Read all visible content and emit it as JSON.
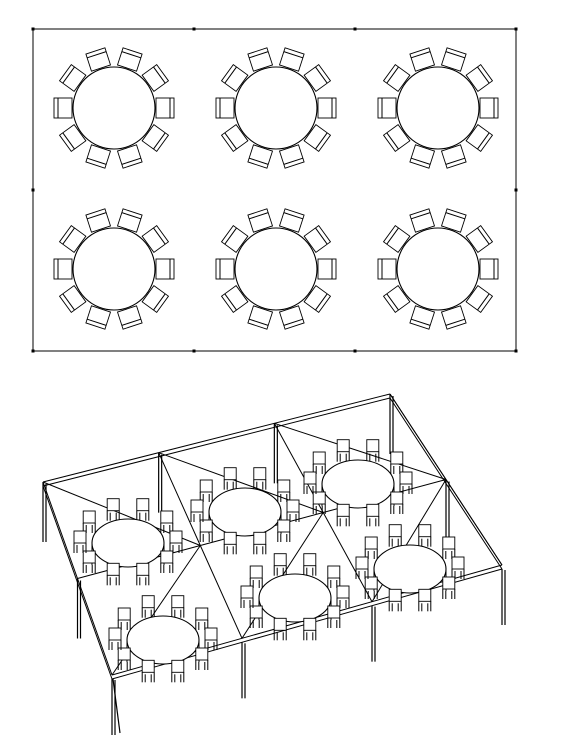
{
  "diagram": {
    "plan": {
      "tables": 6,
      "chairs_per_table": 10,
      "rows": 2,
      "columns": 3
    },
    "perspective": {
      "tables": 6,
      "chairs_per_table": 10
    },
    "colors": {
      "stroke": "#000000",
      "background": "#ffffff"
    }
  }
}
